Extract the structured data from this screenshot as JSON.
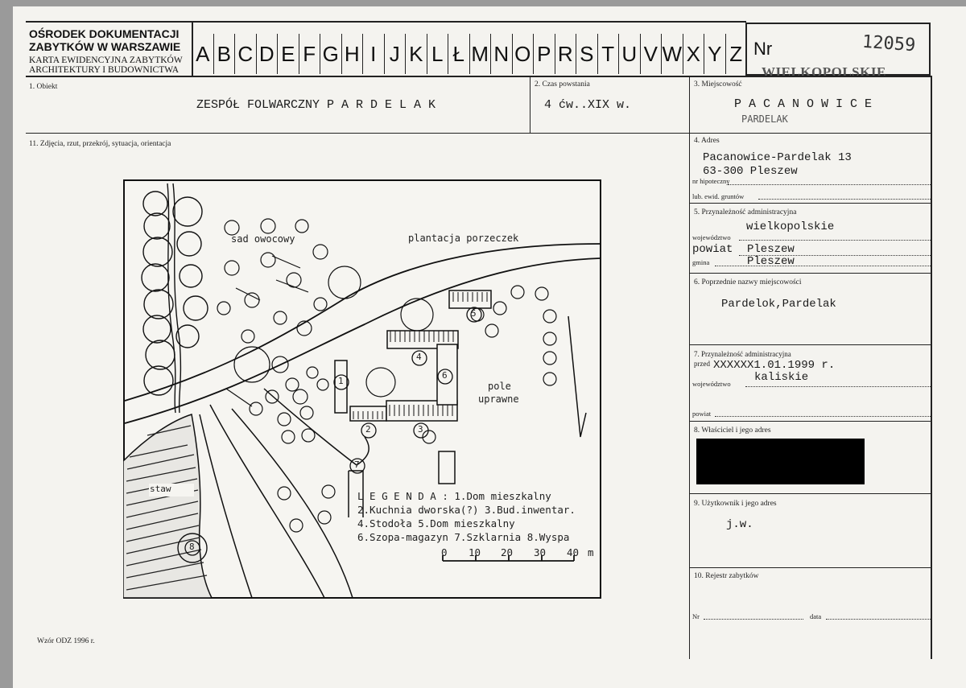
{
  "header": {
    "institution_line1": "OŚRODEK DOKUMENTACJI",
    "institution_line2": "ZABYTKÓW W WARSZAWIE",
    "card_type_line1": "KARTA EWIDENCYJNA ZABYTKÓW",
    "card_type_line2": "ARCHITEKTURY I BUDOWNICTWA",
    "letters": [
      "A",
      "B",
      "C",
      "D",
      "E",
      "F",
      "G",
      "H",
      "I",
      "J",
      "K",
      "L",
      "Ł",
      "M",
      "N",
      "O",
      "P",
      "R",
      "S",
      "T",
      "U",
      "V",
      "W",
      "X",
      "Y",
      "Z"
    ],
    "nr_label": "Nr",
    "nr_value": "12059",
    "voivodeship_stamp": "WIELKOPOLSKIE"
  },
  "field1": {
    "label": "1. Obiekt",
    "value": "ZESPÓŁ  FOLWARCZNY    P A R D E L A K"
  },
  "field2": {
    "label": "2. Czas powstania",
    "value": "4 ćw..XIX w."
  },
  "field3": {
    "label": "3. Miejscowość",
    "value": "P A C A N O W I C E",
    "handwritten": "PARDELAK"
  },
  "field4": {
    "label": "4. Adres",
    "address_line1": "Pacanowice-Pardelak 13",
    "address_line2": "63-300  Pleszew",
    "nr_hip_label": "nr hipoteczny",
    "lub_label": "lub. ewid. gruntów"
  },
  "field5": {
    "label": "5. Przynależność administracyjna",
    "woj_label": "województwo",
    "woj_value": "wielkopolskie",
    "powiat_label": "powiat",
    "powiat_value": "Pleszew",
    "gmina_label": "gmina",
    "gmina_value": "Pleszew"
  },
  "field6": {
    "label": "6. Poprzednie nazwy miejscowości",
    "value": "Pardelok,Pardelak"
  },
  "field7": {
    "label1": "7. Przynależność administracyjna",
    "label2": "przed",
    "date_value": "XXXXXX1.01.1999 r.",
    "woj_label": "województwo",
    "woj_value": "kaliskie",
    "powiat_label": "powiat"
  },
  "field8": {
    "label": "8. Właściciel i jego adres"
  },
  "field9": {
    "label": "9. Użytkownik i jego adres",
    "value": "j.w."
  },
  "field10": {
    "label": "10. Rejestr zabytków",
    "nr_label": "Nr",
    "data_label": "data"
  },
  "field11": {
    "label": "11. Zdjęcia, rzut, przekrój, sytuacja, orientacja"
  },
  "plan": {
    "sad": "sad owocowy",
    "plantacja": "plantacja porzeczek",
    "pole_line1": "pole",
    "pole_line2": "uprawne",
    "staw": "staw",
    "legend_title": "L E G E N D A  : 1.Dom mieszkalny",
    "legend_line2": "2.Kuchnia dworska(?) 3.Bud.inwentar.",
    "legend_line3": "4.Stodoła 5.Dom mieszkalny",
    "legend_line4": "6.Szopa-magazyn  7.Szklarnia  8.Wyspa",
    "scale": [
      "0",
      "10",
      "20",
      "30",
      "40",
      "m"
    ],
    "numbers": [
      "1",
      "2",
      "3",
      "4",
      "5",
      "6",
      "7",
      "8"
    ]
  },
  "footer": {
    "wzor": "Wzór ODZ 1996 r."
  }
}
